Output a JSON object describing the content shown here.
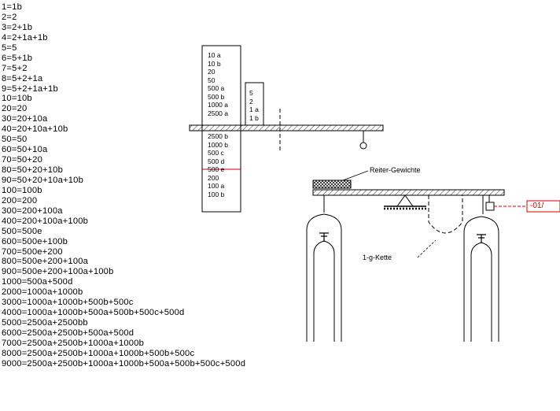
{
  "equations": [
    "1=1b",
    "2=2",
    "3=2+1b",
    "4=2+1a+1b",
    "5=5",
    "6=5+1b",
    "7=5+2",
    "8=5+2+1a",
    "9=5+2+1a+1b",
    "10=10b",
    "20=20",
    "30=20+10a",
    "40=20+10a+10b",
    "50=50",
    "60=50+10a",
    "70=50+20",
    "80=50+20+10b",
    "90=50+20+10a+10b",
    "100=100b",
    "200=200",
    "300=200+100a",
    "400=200+100a+100b",
    "500=500e",
    "600=500e+100b",
    "700=500e+200",
    "800=500e+200+100a",
    "900=500e+200+100a+100b",
    "1000=500a+500d",
    "2000=1000a+1000b",
    "3000=1000a+1000b+500b+500c",
    "4000=1000a+1000b+500a+500b+500c+500d",
    "5000=2500a+2500bb",
    "6000=2500a+2500b+500a+500d",
    "7000=2500a+2500b+1000a+1000b",
    "8000=2500a+2500b+1000a+1000b+500b+500c",
    "9000=2500a+2500b+1000a+1000b+500a+500b+500c+500d"
  ],
  "tall_box_upper": [
    "10 a",
    "10 b",
    "20",
    "50",
    "500 a",
    "500 b",
    "1000 a",
    "2500 a"
  ],
  "tall_box_lower": [
    "2500 b",
    "1000 b",
    "500 c",
    "500 d",
    "500 e",
    "200",
    "100 a",
    "100 b"
  ],
  "small_box": [
    "5",
    "2",
    "1 a",
    "1 b"
  ],
  "labels": {
    "reiter": "Reiter-Gewichte",
    "kette": "1-g-Kette",
    "red_tag": "-01/"
  },
  "colors": {
    "line": "#000000",
    "red": "#d00000"
  }
}
